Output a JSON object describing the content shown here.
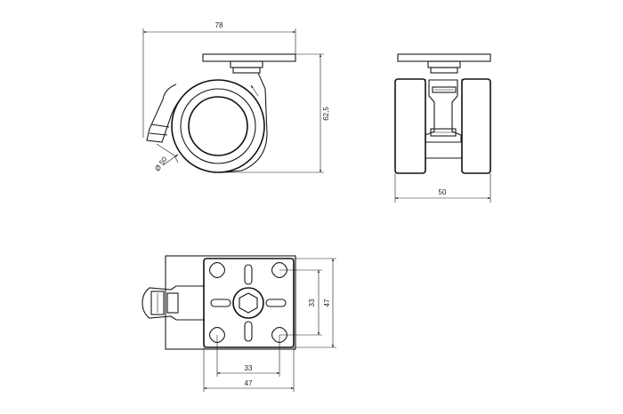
{
  "dimensions": {
    "side_width": "78",
    "side_height": "62,5",
    "wheel_diameter": "Ø 50",
    "front_width": "50",
    "plate_hole_spacing_vertical": "33",
    "plate_width_vertical": "47",
    "plate_hole_spacing_horizontal": "33",
    "plate_width_horizontal": "47"
  },
  "colors": {
    "line": "#1a1a1a",
    "background": "#ffffff"
  }
}
